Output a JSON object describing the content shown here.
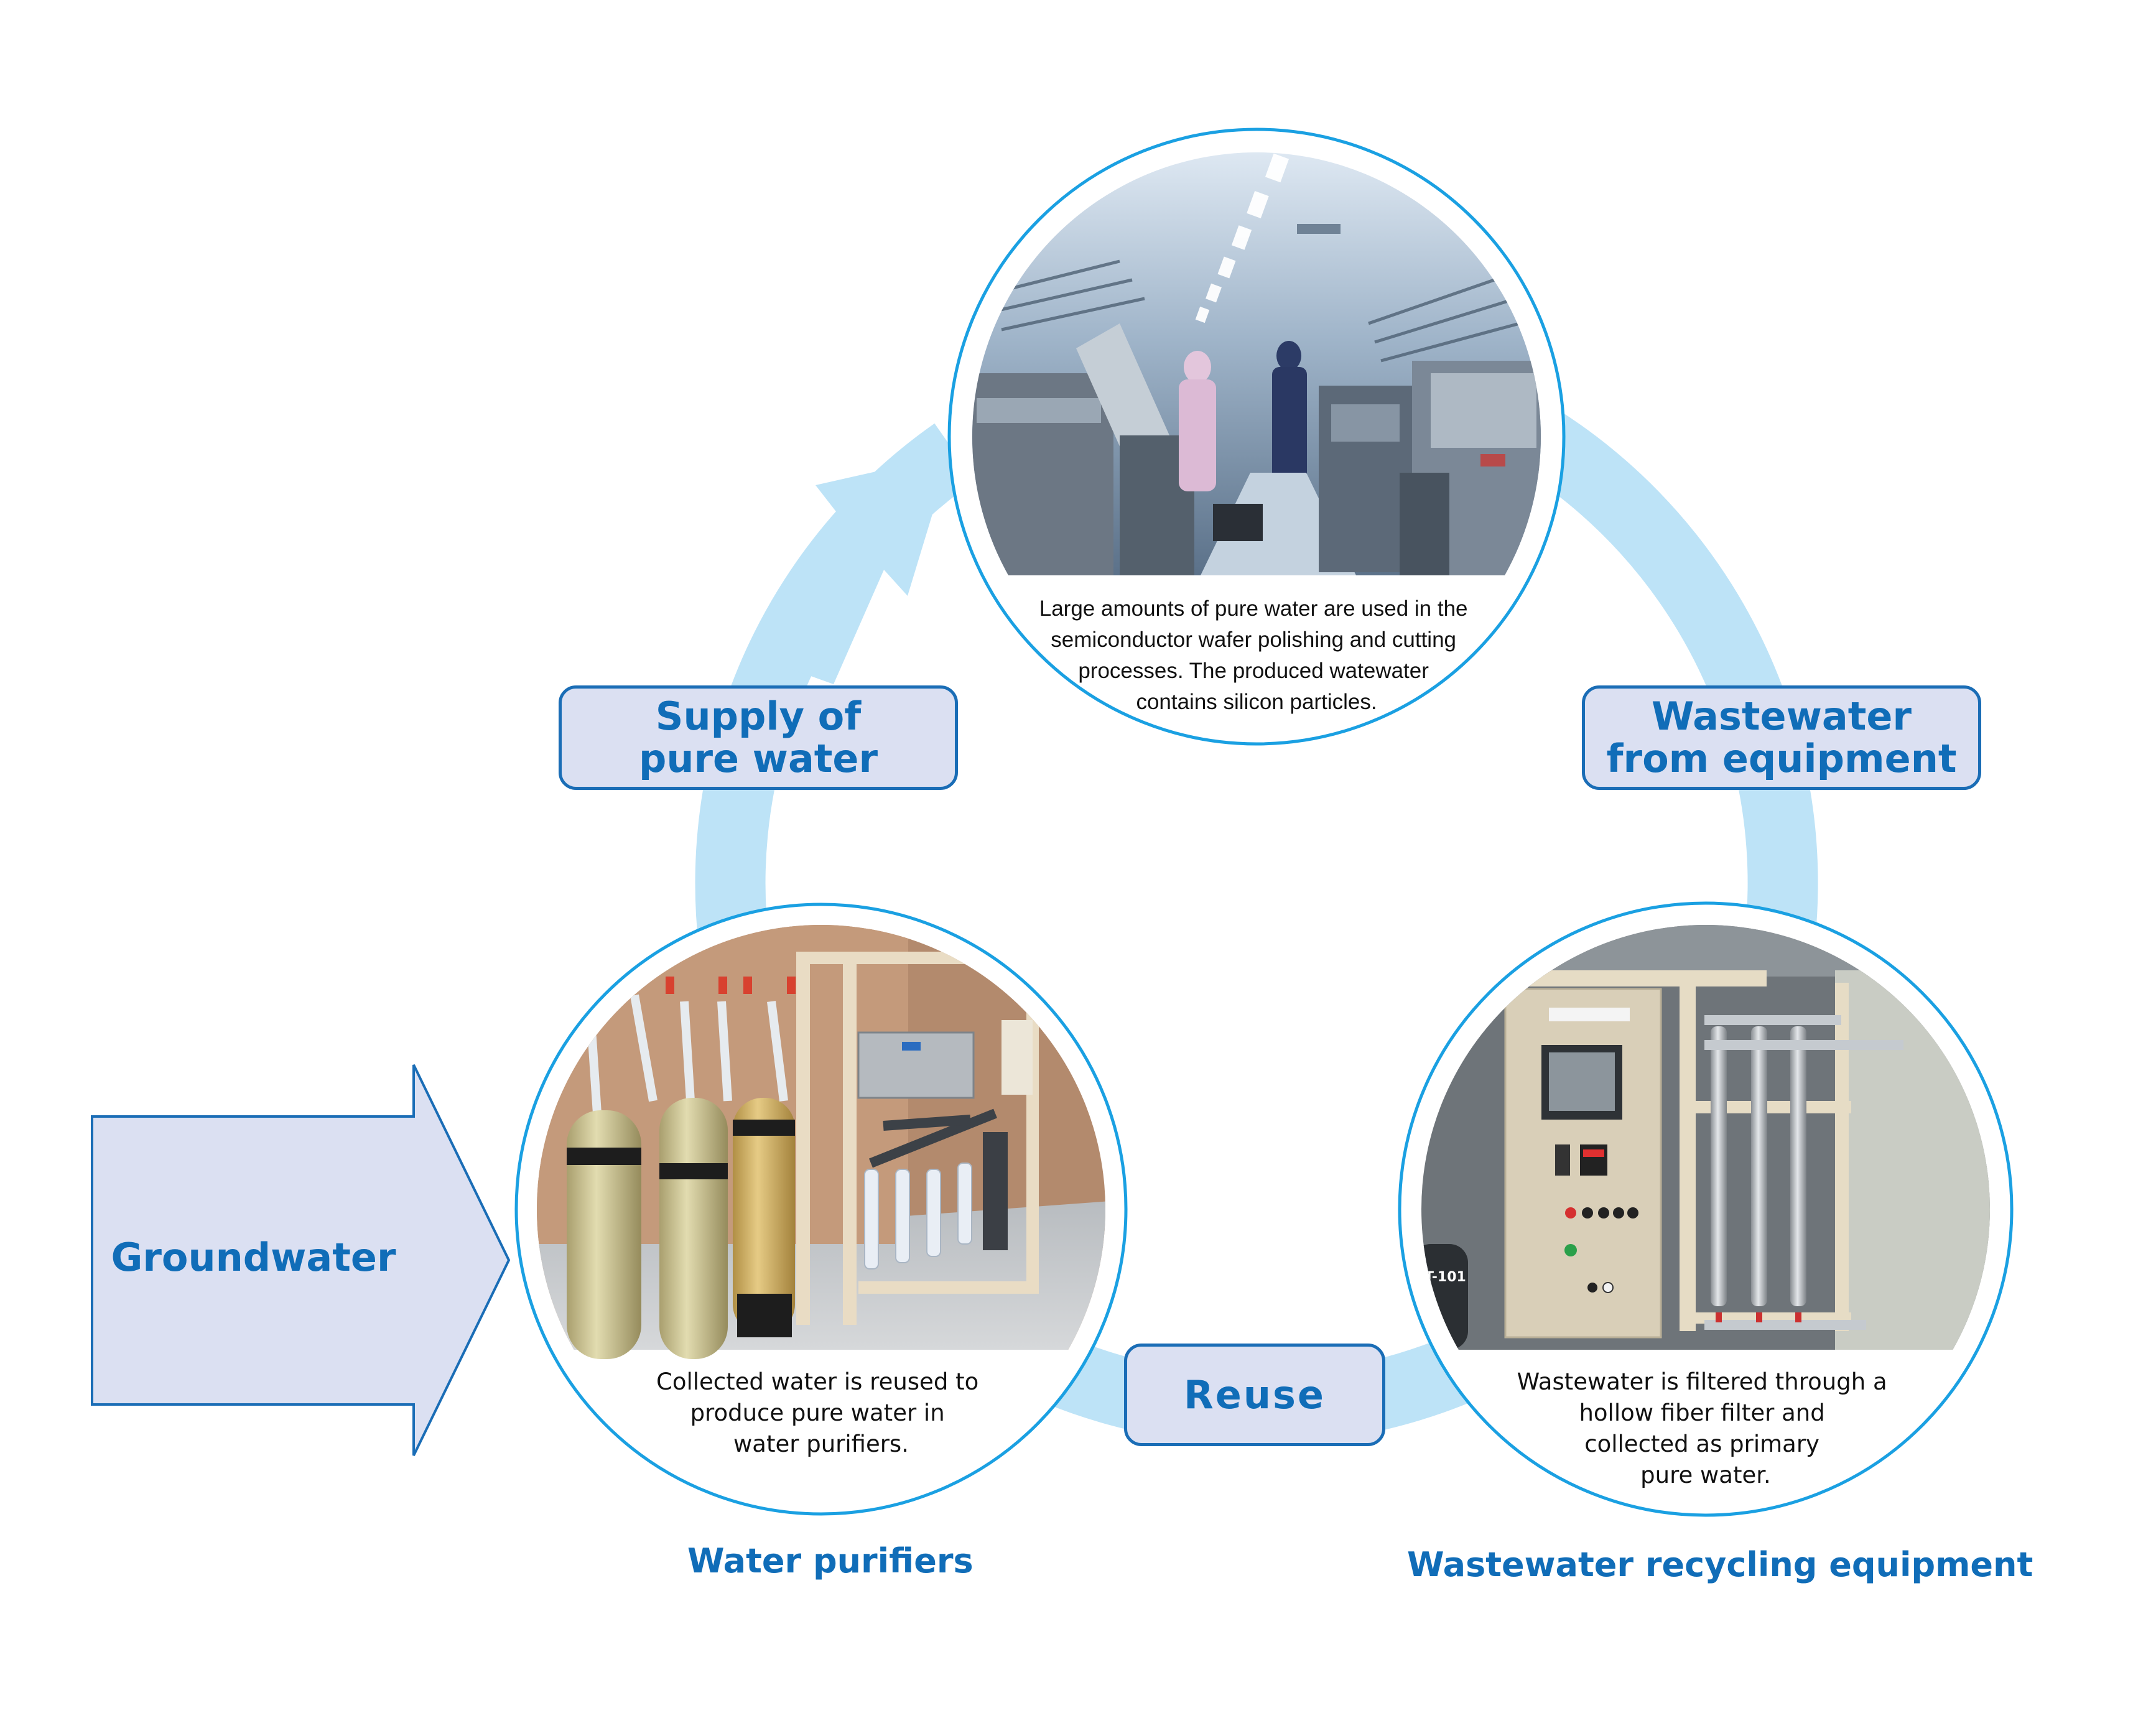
{
  "diagram": {
    "title": "Pure water recycling cycle",
    "colors": {
      "ring": "#bde3f7",
      "circle_outline": "#1aa0e2",
      "box_fill": "#dbe0f2",
      "box_border": "#1a6db6",
      "label_text": "#106db8",
      "body_text": "#111111"
    },
    "input": {
      "label": "Groundwater"
    },
    "flows": {
      "supply": {
        "line1": "Supply of",
        "line2": "pure water"
      },
      "wastewater": {
        "line1": "Wastewater",
        "line2": "from equipment"
      },
      "reuse": {
        "label": "Reuse"
      }
    },
    "nodes": {
      "production": {
        "photo": "semiconductor-cleanroom-photo",
        "text": [
          "Large amounts of pure water are used in the",
          "semiconductor wafer polishing and cutting",
          "processes. The produced watewater",
          "contains silicon particles."
        ]
      },
      "purifiers": {
        "photo": "water-purifier-tanks-photo",
        "caption": "Water purifiers",
        "text": [
          "Collected water is reused to",
          "produce pure water in",
          "water purifiers."
        ]
      },
      "recycling": {
        "photo": "wastewater-recycling-equipment-photo",
        "caption": "Wastewater recycling equipment",
        "photo_tag": "T-101",
        "text": [
          "Wastewater is filtered through a",
          "hollow fiber filter and",
          "collected as primary",
          "pure water."
        ]
      }
    }
  }
}
